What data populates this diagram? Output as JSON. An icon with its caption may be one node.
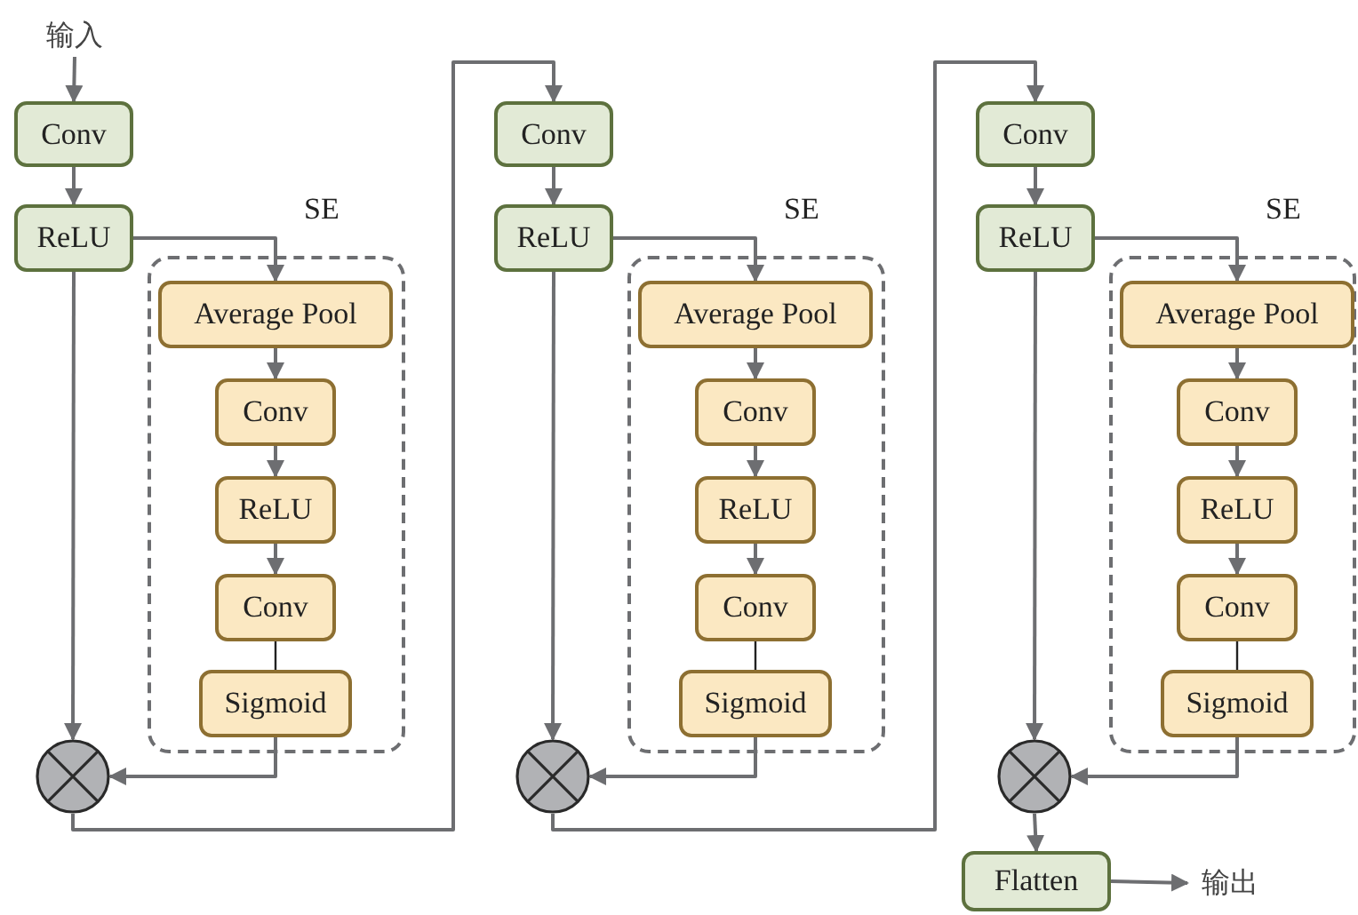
{
  "diagram": {
    "nodes": [
      {
        "text": [
          "输入"
        ]
      },
      {
        "text": [
          "Conv"
        ]
      },
      {
        "text": [
          "ReLU"
        ]
      },
      {
        "text": [
          "SE"
        ]
      },
      {
        "text": [
          "Average Pool"
        ],
        "in": 3
      },
      {
        "text": [
          "Conv"
        ],
        "in": 3
      },
      {
        "text": [
          "ReLU"
        ],
        "in": 3
      },
      {
        "text": [
          "Conv"
        ],
        "in": 3
      },
      {
        "text": [
          "Sigmoid"
        ],
        "in": 3
      },
      {
        "text": [],
        "shape": "circle"
      },
      {
        "text": [
          "Conv"
        ]
      },
      {
        "text": [
          "ReLU"
        ]
      },
      {
        "text": [
          "SE"
        ]
      },
      {
        "text": [
          "Average Pool"
        ],
        "in": 12
      },
      {
        "text": [
          "Conv"
        ],
        "in": 12
      },
      {
        "text": [
          "ReLU"
        ],
        "in": 12
      },
      {
        "text": [
          "Conv"
        ],
        "in": 12
      },
      {
        "text": [
          "Sigmoid"
        ],
        "in": 12
      },
      {
        "text": [],
        "shape": "circle"
      },
      {
        "text": [
          "Conv"
        ]
      },
      {
        "text": [
          "ReLU"
        ]
      },
      {
        "text": [
          "SE"
        ]
      },
      {
        "text": [
          "Average Pool"
        ],
        "in": 21
      },
      {
        "text": [
          "Conv"
        ],
        "in": 21
      },
      {
        "text": [
          "ReLU"
        ],
        "in": 21
      },
      {
        "text": [
          "Conv"
        ],
        "in": 21
      },
      {
        "text": [
          "Sigmoid"
        ],
        "in": 21
      },
      {
        "text": [],
        "shape": "circle"
      },
      {
        "text": [
          "Flatten"
        ]
      },
      {
        "text": [
          "输出"
        ]
      }
    ],
    "edges": [
      {
        "from": 0,
        "to": 1,
        "arrow": "to"
      },
      {
        "from": 1,
        "to": 2,
        "arrow": "to"
      },
      {
        "from": 2,
        "to": 4,
        "arrow": "to"
      },
      {
        "from": 4,
        "to": 5,
        "arrow": "to"
      },
      {
        "from": 5,
        "to": 6,
        "arrow": "to"
      },
      {
        "from": 6,
        "to": 7,
        "arrow": "to"
      },
      {
        "from": 7,
        "to": 8,
        "arrow": "none",
        "color": "#222222"
      },
      {
        "from": 8,
        "to": 9,
        "arrow": "to"
      },
      {
        "from": 2,
        "to": 9,
        "arrow": "to"
      },
      {
        "from": 9,
        "to": 10,
        "arrow": "to"
      },
      {
        "from": 10,
        "to": 11,
        "arrow": "to"
      },
      {
        "from": 11,
        "to": 13,
        "arrow": "to"
      },
      {
        "from": 13,
        "to": 14,
        "arrow": "to"
      },
      {
        "from": 14,
        "to": 15,
        "arrow": "to"
      },
      {
        "from": 15,
        "to": 16,
        "arrow": "to"
      },
      {
        "from": 16,
        "to": 17,
        "arrow": "none",
        "color": "#222222"
      },
      {
        "from": 17,
        "to": 18,
        "arrow": "to"
      },
      {
        "from": 11,
        "to": 18,
        "arrow": "to"
      },
      {
        "from": 18,
        "to": 19,
        "arrow": "to"
      },
      {
        "from": 19,
        "to": 20,
        "arrow": "to"
      },
      {
        "from": 20,
        "to": 22,
        "arrow": "to"
      },
      {
        "from": 22,
        "to": 23,
        "arrow": "to"
      },
      {
        "from": 23,
        "to": 24,
        "arrow": "to"
      },
      {
        "from": 24,
        "to": 25,
        "arrow": "to"
      },
      {
        "from": 25,
        "to": 26,
        "arrow": "none",
        "color": "#222222"
      },
      {
        "from": 26,
        "to": 27,
        "arrow": "to"
      },
      {
        "from": 20,
        "to": 27,
        "arrow": "to"
      },
      {
        "from": 27,
        "to": 28,
        "arrow": "to"
      },
      {
        "from": 28,
        "to": 29,
        "arrow": "to"
      }
    ]
  }
}
